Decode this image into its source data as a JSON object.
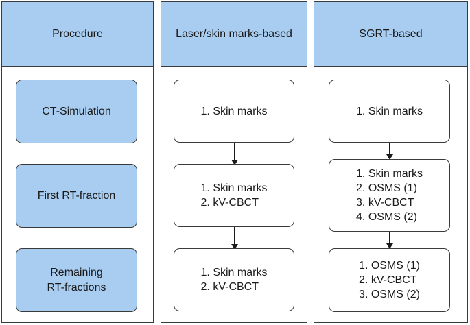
{
  "columns": {
    "procedure": {
      "header": "Procedure",
      "steps": [
        {
          "lines": [
            "CT-Simulation"
          ]
        },
        {
          "lines": [
            "First RT-fraction"
          ]
        },
        {
          "lines": [
            "Remaining",
            "RT-fractions"
          ]
        }
      ]
    },
    "laser": {
      "header": "Laser/skin marks-based",
      "steps": [
        {
          "items": [
            "1. Skin marks"
          ]
        },
        {
          "items": [
            "1. Skin marks",
            "2. kV-CBCT"
          ]
        },
        {
          "items": [
            "1. Skin marks",
            "2. kV-CBCT"
          ]
        }
      ]
    },
    "sgrt": {
      "header": "SGRT-based",
      "steps": [
        {
          "items": [
            "1. Skin marks"
          ]
        },
        {
          "items": [
            "1. Skin marks",
            "2. OSMS (1)",
            "3. kV-CBCT",
            "4. OSMS (2)"
          ]
        },
        {
          "items": [
            "1. OSMS (1)",
            "2. kV-CBCT",
            "3. OSMS (2)"
          ]
        }
      ]
    }
  },
  "colors": {
    "header_fill": "#a8cdf0",
    "procedure_box_fill": "#a8cdf0",
    "step_box_fill": "#ffffff",
    "border": "#3a3a3a"
  }
}
